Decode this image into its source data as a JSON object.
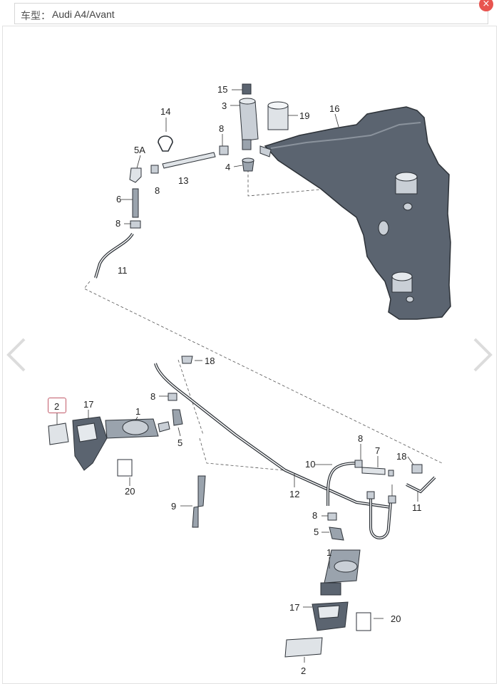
{
  "header": {
    "label": "车型：",
    "value": "Audi A4/Avant",
    "close_glyph": "×"
  },
  "navigation": {
    "prev_icon": "chevron-left-icon",
    "next_icon": "chevron-right-icon"
  },
  "colors": {
    "part_dark": "#5b6470",
    "part_light": "#c9cfd6",
    "line": "#333333",
    "highlight_box": "#c25b6a",
    "close_button": "#e8544f"
  },
  "callouts": {
    "c15": "15",
    "c3": "3",
    "c19": "19",
    "c16": "16",
    "c14": "14",
    "c8a": "8",
    "c5A": "5A",
    "c4": "4",
    "c8b": "8",
    "c13": "13",
    "c6": "6",
    "c8c": "8",
    "c11a": "11",
    "c18a": "18",
    "c8d": "8",
    "c2a": "2",
    "c17a": "17",
    "c1a": "1",
    "c5a": "5",
    "c20a": "20",
    "c9": "9",
    "c8e": "8",
    "c7": "7",
    "c10": "10",
    "c18b": "18",
    "c12": "12",
    "c11b": "11",
    "c8f": "8",
    "c5b": "5",
    "c1b": "1",
    "c17b": "17",
    "c20b": "20",
    "c2b": "2"
  }
}
